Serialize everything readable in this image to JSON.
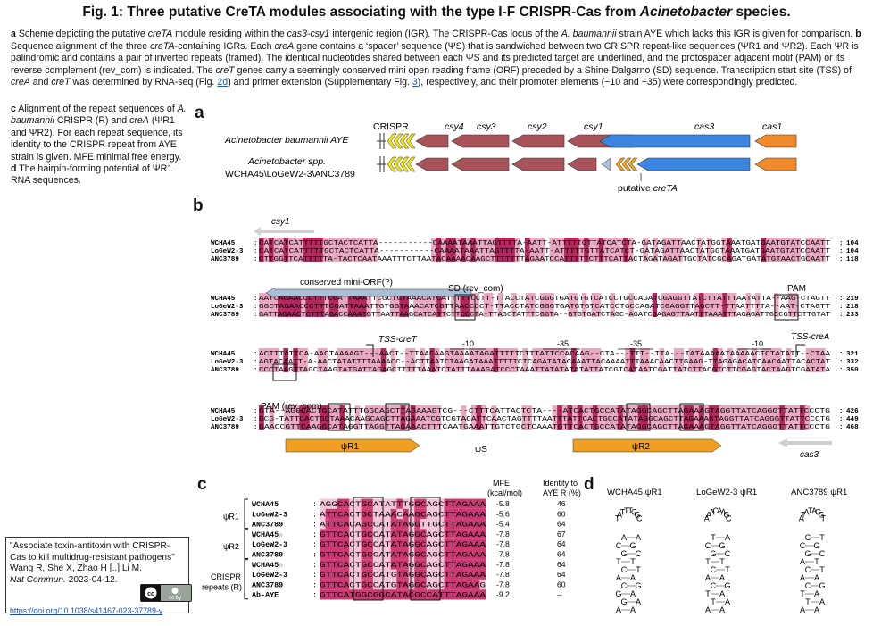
{
  "title": {
    "prefix": "Fig. 1: Three putative CreTA modules associating with the type I-F CRISPR-Cas from ",
    "italic": "Acinetobacter",
    "suffix": " species."
  },
  "caption": [
    {
      "t": "a",
      "b": true
    },
    {
      "t": " Scheme depicting the putative "
    },
    {
      "t": "creTA",
      "i": true
    },
    {
      "t": " module residing within the "
    },
    {
      "t": "cas3-csy1",
      "i": true
    },
    {
      "t": " intergenic region (IGR). The CRISPR-Cas locus of the "
    },
    {
      "t": "A. baumannii",
      "i": true
    },
    {
      "t": " strain AYE which lacks this IGR is given for comparison. "
    },
    {
      "t": "b",
      "b": true
    },
    {
      "t": " Sequence alignment of the three "
    },
    {
      "t": "creTA",
      "i": true
    },
    {
      "t": "-containing IGRs. Each "
    },
    {
      "t": "creA",
      "i": true
    },
    {
      "t": " gene contains a ‘spacer’ sequence (ΨS) that is sandwiched between two CRISPR repeat-like sequences (ΨR1 and ΨR2). Each ΨR is palindromic and contains a pair of inverted repeats (framed). The identical nucleotides shared between each ΨS and its predicted target are underlined, and the protospacer adjacent motif (PAM) or its reverse complement (rev_com) is indicated. The "
    },
    {
      "t": "creT",
      "i": true
    },
    {
      "t": " genes carry a seemingly conserved mini open reading frame (ORF) preceded by a Shine-Dalgarno (SD) sequence. Transcription start site (TSS) of "
    },
    {
      "t": "creA",
      "i": true
    },
    {
      "t": " and "
    },
    {
      "t": "creT",
      "i": true
    },
    {
      "t": " was determined by RNA-seq (Fig. "
    },
    {
      "t": "2d",
      "link": true
    },
    {
      "t": ") and primer extension (Supplementary Fig. "
    },
    {
      "t": "3",
      "link": true
    },
    {
      "t": "), respectively, and their promoter elements (−10 and −35) were correspondingly predicted."
    }
  ],
  "side_caption": [
    {
      "t": "c",
      "b": true
    },
    {
      "t": " Alignment of the repeat sequences of "
    },
    {
      "t": "A. baumannii",
      "i": true
    },
    {
      "t": " CRISPR (R) and "
    },
    {
      "t": "creA",
      "i": true
    },
    {
      "t": " (ΨR1 and ΨR2). For each repeat sequence, its identity to the CRISPR repeat from AYE strain is given. MFE minimal free energy. "
    },
    {
      "t": "d",
      "b": true
    },
    {
      "t": " The hairpin-forming potential of ΨR1 RNA sequences."
    }
  ],
  "reference": {
    "quote": "\"Associate toxin-antitoxin with CRISPR-Cas to kill multidrug-resistant pathogens\" Wang R, She X, Zhao H [..] Li M.",
    "journal": "Nat Commun.",
    "date": " 2023-04-12.",
    "doi": "https://doi.org/10.1038/s41467-023-37789-y",
    "license_badge": "cc by"
  },
  "panel_a": {
    "letter": "a",
    "strain1": "Acinetobacter baumannii AYE",
    "strain2_line1": "Acinetobacter spp.",
    "strain2_line2": "WCHA45\\LoGeW2-3\\ANC3789",
    "gene_labels": [
      "CRISPR",
      "csy4",
      "csy3",
      "csy2",
      "csy1",
      "cas3",
      "cas1"
    ],
    "putative": "putative ",
    "putative_italic": "creTA",
    "colors": {
      "csy": "#a8525a",
      "cas3": "#3a86e0",
      "cas1": "#f08a2a",
      "crispr": "#f2e21a",
      "cret": "#a9bfd8",
      "crea": "#f0a020"
    }
  },
  "panel_b": {
    "letter": "b",
    "csy1": "csy1",
    "orf": "conserved mini-ORF(?)",
    "sd": "SD (rev_com)",
    "pam1": "PAM",
    "pam2": "PAM (rev_com)",
    "tss_cret": "TSS-creT",
    "tss_crea": "TSS-creA",
    "m10": "-10",
    "m35": "-35",
    "psiR1": "ψR1",
    "psiS": "ψS",
    "psiR2": "ψR2",
    "cas3": "cas3",
    "blocks": [
      {
        "names": [
          "WCHA45",
          "LoGeW2-3",
          "ANC3789"
        ],
        "seqs": [
          "CATCATCATTTTTGCTACTCATTA-----------CAAAATAAATTAGTTTTA-AATT-ATTTTTGTTATCATCTA-GATAGATTAACTATGGTAAATGATGAATGTATCCAATT",
          "CATCATCATTTTTGCTACTCATTA-----------CAAAATAAATTAGTTTTA-AATT-ATTTTTGTTATCATCT-GATAGATTAACTATGGTAAATGATGAATGTATCCAATT",
          "CTTGGTTCATTTTTA-TACTCAATAAATTTCTTAATACAAAACAAGCTTTTTTTAGAATCCATTTTTCTTTCATTACTAGATAGATTGCTATCGCAGATGATATGTAACTGCAATT"
        ],
        "ends": [
          "104",
          "104",
          "118"
        ]
      },
      {
        "names": [
          "WCHA45",
          "LoGeW2-3",
          "ANC3789"
        ],
        "seqs": [
          "AATCAGAACCCTTTCGATTAAATTCGCTGTAAACATCATTTTTCCTT-TTACCTATCGGGTGATGTGTCATCCTGCCAGATCGAGGTTATCTTATTTAATATTA--AAG-CTAGTT",
          "GGCTAGAACCCTTTCGATTAAATTGTGGTAAACATCGTTAACCCCT-TTACCTATCGGGTGATGTGTCATCCTGCCAGATCGAGGTTAGCTT-TTAATTTTA--AAT-CTAGTT",
          "GATTAGAACTCTTTAGACCAAATGTTAATTAAGCATCATTCTTCCCTA-TTAGCTATTTCGGTA--GTGTGATCTAGC-AGATCGAGAGTTAATTTAAATTTAGAGATTGCCGTTCTTGTAT"
        ],
        "ends": [
          "219",
          "218",
          "233"
        ]
      },
      {
        "names": [
          "WCHA45",
          "LoGeW2-3",
          "ANC3789"
        ],
        "seqs": [
          "ACTTTATTCA-AACTAAAAGT---AACT--TTAACAAGTAAAATAGATTTTTCTTTATTCCACAAG--CTA---TTT--TTA---TATAAAAATAAAAACTCTATATT--CTAA",
          "AGTACAATT-A-AACTATATTTTAAAACC--ACTTAATCTAAGATAAATTTTTCTCAGATATACAAATTACAAAATTTAAACAACTTGAAG-TTAGAGACATCAACAATTACACTAT",
          "CCCTAAGTTAGCTAAGTATGATTAGAGCTTTTTAAATCTATTTAAAGATCCCTAAATTATATATATATTATCGTCATAATCGATTATCTTACGTCTTCGAGTACTAAGTCGATATA"
        ],
        "ends": [
          "321",
          "332",
          "350"
        ]
      },
      {
        "names": [
          "WCHA45",
          "LoGeW2-3",
          "ANC3789"
        ],
        "seqs": [
          "GTA--AGGCACTGCATATTTGGCAGCTTAGAAAGTCG---CTTTCATTACTCTA----ATCACTGCCATATAGGCAGCTTAGAAAGTAGGTTATCAGGGTTATTCCCTG",
          "GCG-TATTCACTGCTAAACAAGCAGCTTAGAAATCGTCGTACATTCAACTAGTTTTAATTTATTCACTGCCATATAGGCAGCTTAGAAAGTAGGTTATCAGGGTTATTCCCTG",
          "GAACCGTTCAAGGCATAGGTTAGGTTAGAAACTTTCAATGAAATTGTCTGCTCAAATGTTCACTGCCATATAGGCAGCTTAGAAAGTAGGTTATCAGGGTTATTCCCTG"
        ],
        "ends": [
          "426",
          "449",
          "468"
        ]
      }
    ]
  },
  "panel_c": {
    "letter": "c",
    "head_mfe": [
      "MFE",
      "(kcal/mol)"
    ],
    "head_id": [
      "Identity to",
      "AYE R (%)"
    ],
    "group_labels": [
      "ψR1",
      "ψR2",
      "CRISPR",
      "repeats (R)"
    ],
    "rows": [
      {
        "name": "WCHA45",
        "seq": "AGGCACTGCATATTTGGCAGCTTAGAAA",
        "mfe": "-5.8",
        "id": "46"
      },
      {
        "name": "LoGeW2-3",
        "seq": "ATTCACTGCTAAACAAGCAGCTTAGAAA",
        "mfe": "-5.6",
        "id": "60"
      },
      {
        "name": "ANC3789",
        "seq": "ATTCACAGCCATATAGGTTGCTTAGAAA",
        "mfe": "-5.4",
        "id": "64"
      },
      {
        "name": "WCHA45☆",
        "seq": "GTTCACTGCCATATAGGCAGCTTAGAAA",
        "mfe": "-7.8",
        "id": "67"
      },
      {
        "name": "LoGeW2-3",
        "seq": "GTTCACTGCCATATAGGCAGCTTAGAAA",
        "mfe": "-7.8",
        "id": "64"
      },
      {
        "name": "ANC3789",
        "seq": "GTTCACTGCCATATAGGCAGCTTAGAAA",
        "mfe": "-7.8",
        "id": "64"
      },
      {
        "name": "WCHA45☆",
        "seq": "GTTCACTGCCATATAGGCAGCTTAGAAA",
        "mfe": "-7.8",
        "id": "64"
      },
      {
        "name": "LoGeW2-3",
        "seq": "GTTCACTGCCATGTAGGCAGCTTAGAAA",
        "mfe": "-7.8",
        "id": "64"
      },
      {
        "name": "ANC3789",
        "seq": "GTTCACTGCCATGTAGGCAGCTTAGAAG",
        "mfe": "-7.8",
        "id": "60"
      },
      {
        "name": "Ab-AYE",
        "seq": "GTTCATGGCGGCATACGCCATTTAGAAA",
        "mfe": "-9.2",
        "id": "--"
      }
    ]
  },
  "panel_d": {
    "letter": "d",
    "titles": [
      "WCHA45 ψR1",
      "LoGeW2-3 ψR1",
      "ANC3789 ψR1"
    ],
    "loops": [
      "AGGCACTGCATATTTGGCAGCTTAGAAA",
      "ATTCACTGCTAAACAAGCAGCTTAGAAA",
      "ATTCACAGCCATATAGGTTGCTTAGAAA"
    ]
  }
}
